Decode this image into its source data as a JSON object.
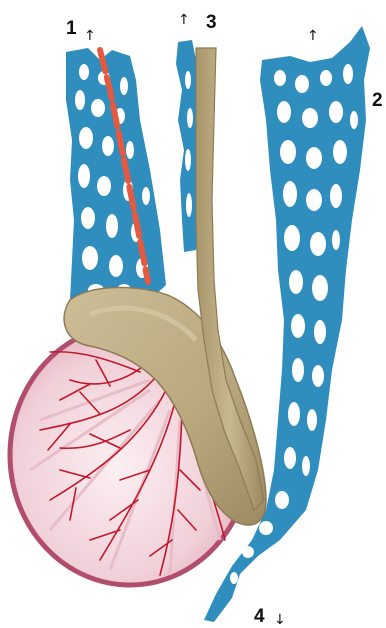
{
  "labels": {
    "l1": "1",
    "l2": "2",
    "l3": "3",
    "l4": "4"
  },
  "arrows": {
    "up": "↑",
    "down": "↓"
  },
  "colors": {
    "vein_blue": "#2F8EBD",
    "artery_red": "#E4593F",
    "testis_fill": "#F3D8DE",
    "testis_border": "#B14D6E",
    "vessel_red": "#C4182A",
    "epididymis": "#B9A77D",
    "epididymis_dark": "#8E7B55",
    "background": "#FFFFFF"
  }
}
